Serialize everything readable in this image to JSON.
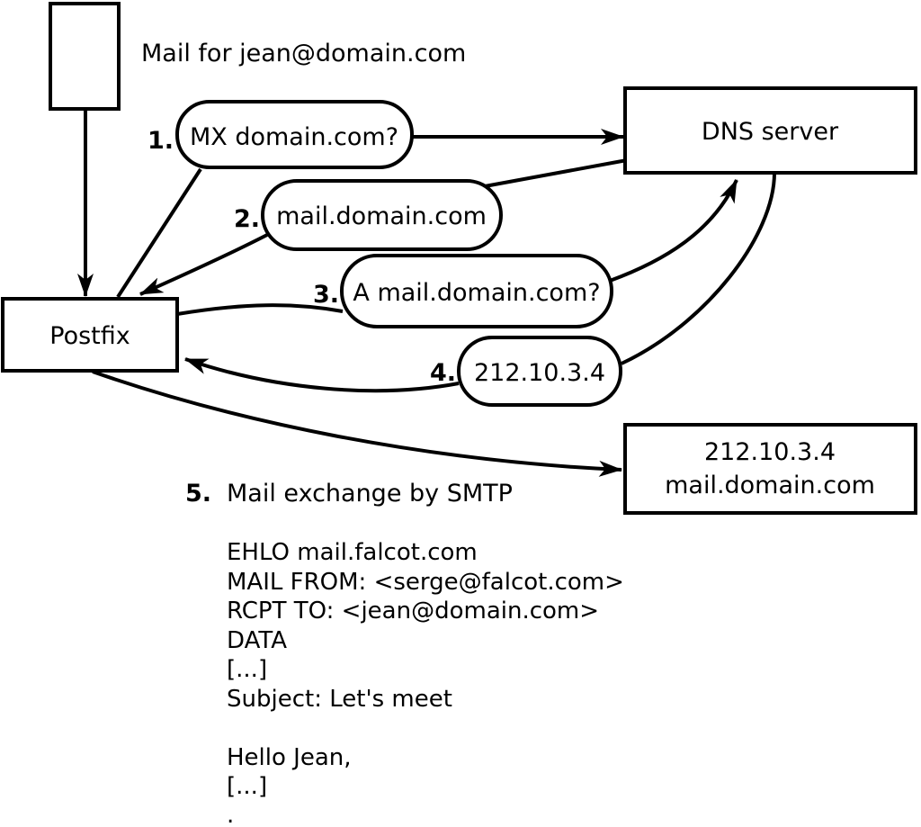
{
  "diagram": {
    "title": "Mail for jean@domain.com",
    "nodes": {
      "postfix": {
        "label": "Postfix"
      },
      "dns": {
        "label": "DNS server"
      },
      "mail_server": {
        "line1": "212.10.3.4",
        "line2": "mail.domain.com"
      }
    },
    "steps": [
      {
        "num": "1.",
        "label": "MX domain.com?"
      },
      {
        "num": "2.",
        "label": "mail.domain.com"
      },
      {
        "num": "3.",
        "label": "A mail.domain.com?"
      },
      {
        "num": "4.",
        "label": "212.10.3.4"
      },
      {
        "num": "5.",
        "label": "Mail exchange by SMTP"
      }
    ],
    "smtp_session": {
      "lines": [
        "EHLO mail.falcot.com",
        "MAIL FROM: <serge@falcot.com>",
        "RCPT TO: <jean@domain.com>",
        "DATA",
        "[...]",
        "Subject: Let's meet",
        "Hello Jean,",
        "[...]",
        "."
      ]
    },
    "colors": {
      "stroke": "#000000",
      "background": "#ffffff"
    }
  }
}
